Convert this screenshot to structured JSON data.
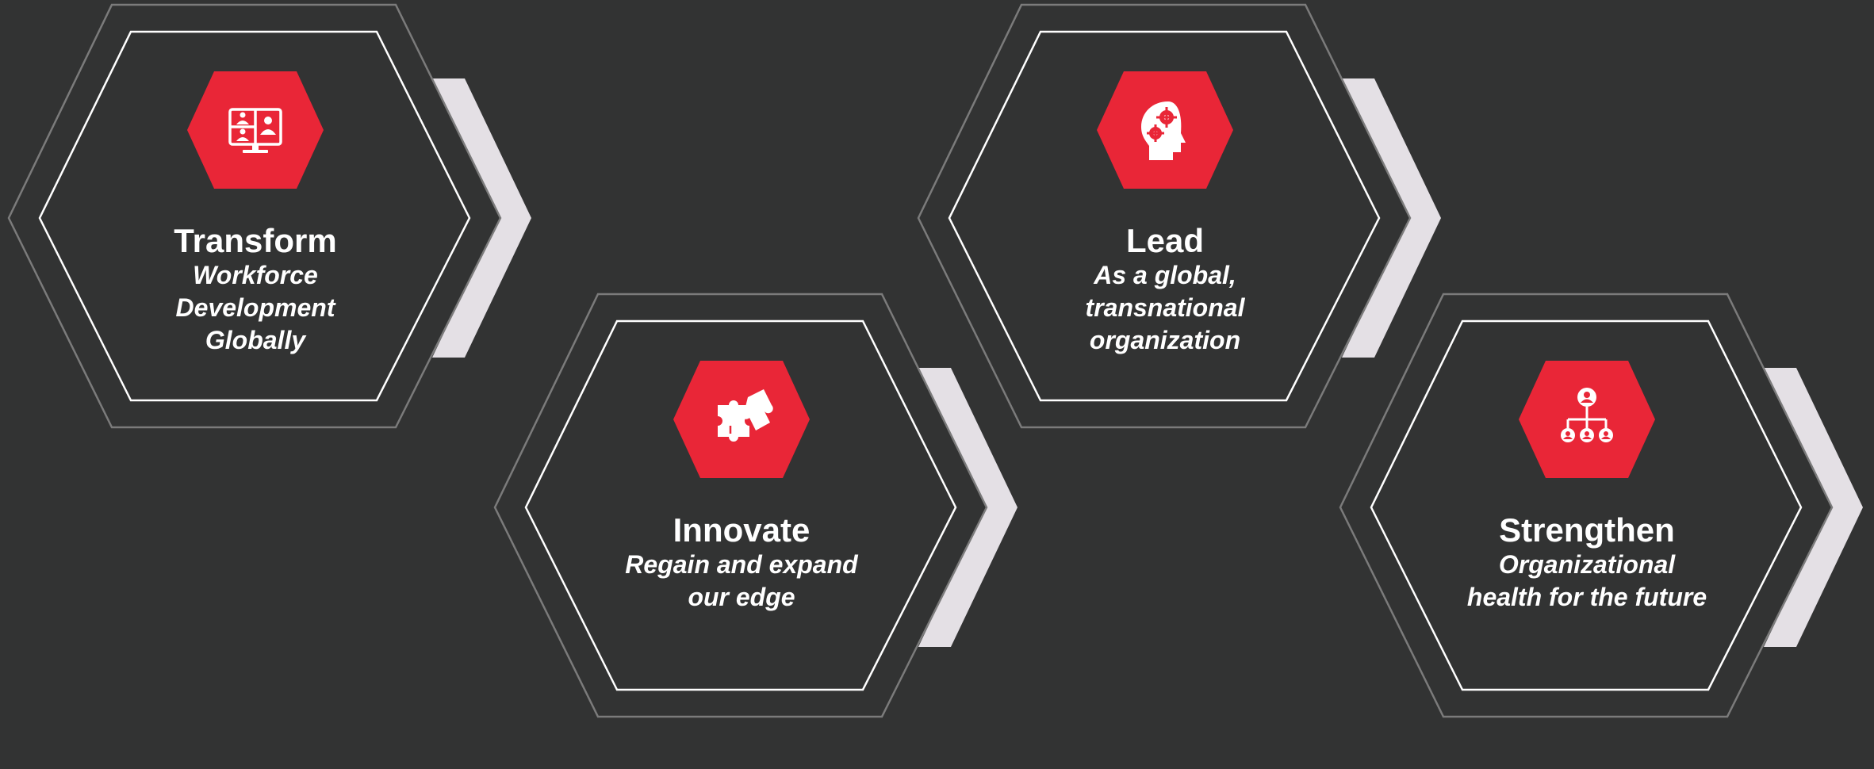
{
  "colors": {
    "background": "#323333",
    "outer_outline": "#7b7b7b",
    "inner_outline": "#ffffff",
    "chevron": "#e4e0e5",
    "badge": "#e92637",
    "text": "#ffffff"
  },
  "cards": [
    {
      "id": "transform",
      "title": "Transform",
      "subtitle_lines": [
        "Workforce",
        "Development",
        "Globally"
      ],
      "icon": "video-conference-icon"
    },
    {
      "id": "innovate",
      "title": "Innovate",
      "subtitle_lines": [
        "Regain and expand",
        "our edge"
      ],
      "icon": "puzzle-icon"
    },
    {
      "id": "lead",
      "title": "Lead",
      "subtitle_lines": [
        "As a global,",
        "transnational",
        "organization"
      ],
      "icon": "head-gears-icon"
    },
    {
      "id": "strengthen",
      "title": "Strengthen",
      "subtitle_lines": [
        "Organizational",
        "health for the future"
      ],
      "icon": "org-chart-icon"
    }
  ]
}
